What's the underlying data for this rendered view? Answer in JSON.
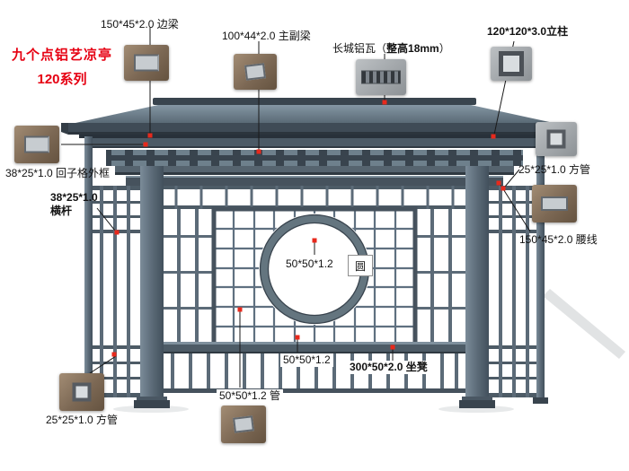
{
  "title": {
    "line1": "九个点铝艺凉亭",
    "line2": "120系列"
  },
  "labels": {
    "edge_beam": "150*45*2.0 边梁",
    "main_beam": "100*44*2.0 主副梁",
    "tile_prefix": "长城铝瓦（",
    "tile_bold": "整高18mm",
    "tile_suffix": "）",
    "column": "120*120*3.0立柱",
    "grid_frame": "38*25*1.0 回子格外框",
    "crossbar_size": "38*25*1.0",
    "crossbar_name": "横杆",
    "square_tube_right": "25*25*1.0 方管",
    "waistline": "150*45*2.0 腰线",
    "circle_size": "50*50*1.2",
    "circle_name": "圆",
    "panel_size": "50*50*1.2",
    "bench": "300*50*2.0 坐凳",
    "tube_bottom": "50*50*1.2 管",
    "square_tube_left": "25*25*1.0 方管"
  },
  "thumbnails": [
    "edge-beam-profile-photo",
    "main-beam-profile-photo",
    "roof-tile-profile-photo",
    "column-profile-photo",
    "grid-frame-profile-photo",
    "square-tube-right-profile-photo",
    "waistline-profile-photo",
    "bottom-tube-profile-photo",
    "square-tube-left-profile-photo"
  ],
  "colors": {
    "title_red": "#e60012",
    "marker_red": "#e8291c",
    "structure_dark": "#39444e",
    "structure_mid": "#5c6b78",
    "structure_light": "#8496a3",
    "background": "#ffffff"
  }
}
